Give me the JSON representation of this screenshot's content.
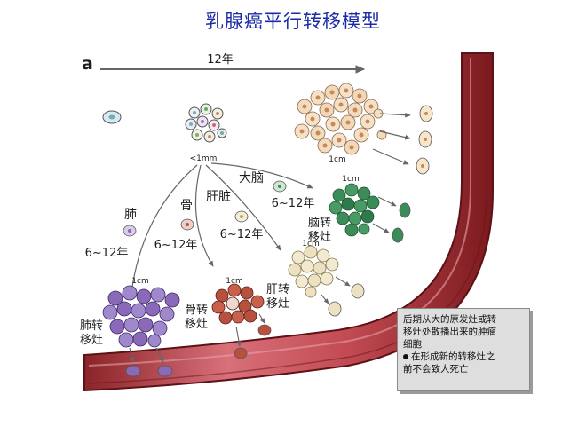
{
  "title": "乳腺癌平行转移模型",
  "panel_letter": "a",
  "timeline_label": "12年",
  "size_small": "<1mm",
  "size_1cm_a": "1cm",
  "size_1cm_b": "1cm",
  "size_1cm_c": "1cm",
  "size_1cm_d": "1cm",
  "size_1cm_e": "1cm",
  "organs": {
    "lung": "肺",
    "bone": "骨",
    "liver": "肝脏",
    "brain": "大脑"
  },
  "intervals": {
    "lung": "6~12年",
    "bone": "6~12年",
    "liver": "6~12年",
    "brain": "6~12年"
  },
  "metastases": {
    "lung": [
      "肺转",
      "移灶"
    ],
    "bone": [
      "骨转",
      "移灶"
    ],
    "liver": [
      "肝转",
      "移灶"
    ],
    "brain": [
      "脑转",
      "移灶"
    ]
  },
  "legend": {
    "line1": "后期从大的原发灶或转",
    "line2": "移灶处散播出来的肿瘤",
    "line3": "细胞",
    "line4": "在形成新的转移灶之",
    "line5": "前不会致人死亡"
  },
  "colors": {
    "title": "#1a2aa8",
    "vessel_dark": "#7a1a1e",
    "vessel_mid": "#c44a52",
    "primary": "#f2d9b8",
    "lung": "#8a6ab8",
    "bone": "#b8503e",
    "liver": "#ece1c0",
    "brain": "#3c8c5a"
  }
}
